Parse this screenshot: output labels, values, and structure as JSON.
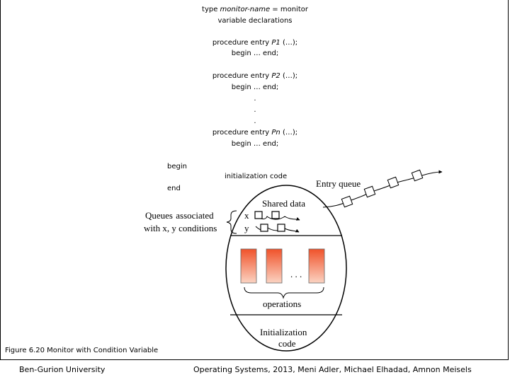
{
  "code": {
    "line1": {
      "type_kw": "type ",
      "name": "monitor-name",
      "eq": " = monitor"
    },
    "line2": "variable declarations",
    "proc1": {
      "kw": "procedure entry ",
      "name": "P1",
      "args": " (…);"
    },
    "body1": "begin … end;",
    "proc2": {
      "kw": "procedure entry ",
      "name": "P2",
      "args": " (…);"
    },
    "body2": "begin … end;",
    "dot1": ".",
    "dot2": ".",
    "dot3": ".",
    "procn": {
      "kw": "procedure entry ",
      "name": "Pn",
      "args": " (…);"
    },
    "bodyn": "begin … end;",
    "begin": "begin",
    "init": "initialization code",
    "end": "end"
  },
  "diagram": {
    "entry_queue": "Entry queue",
    "shared_data": "Shared data",
    "queues_line1": "Queues  associated",
    "queues_line2": "with x, y conditions",
    "cond_x": "x",
    "cond_y": "y",
    "ellipsis": ". . .",
    "operations": "operations",
    "init_line1": "Initialization",
    "init_line2": "code",
    "colors": {
      "op_top": "#f0522a",
      "op_bottom": "#fbd3c2",
      "stroke": "#000000"
    }
  },
  "caption": "Figure 6.20  Monitor with Condition Variable",
  "footer": {
    "left": "Ben-Gurion University",
    "right": "Operating Systems, 2013, Meni Adler, Michael Elhadad, Amnon Meisels"
  }
}
